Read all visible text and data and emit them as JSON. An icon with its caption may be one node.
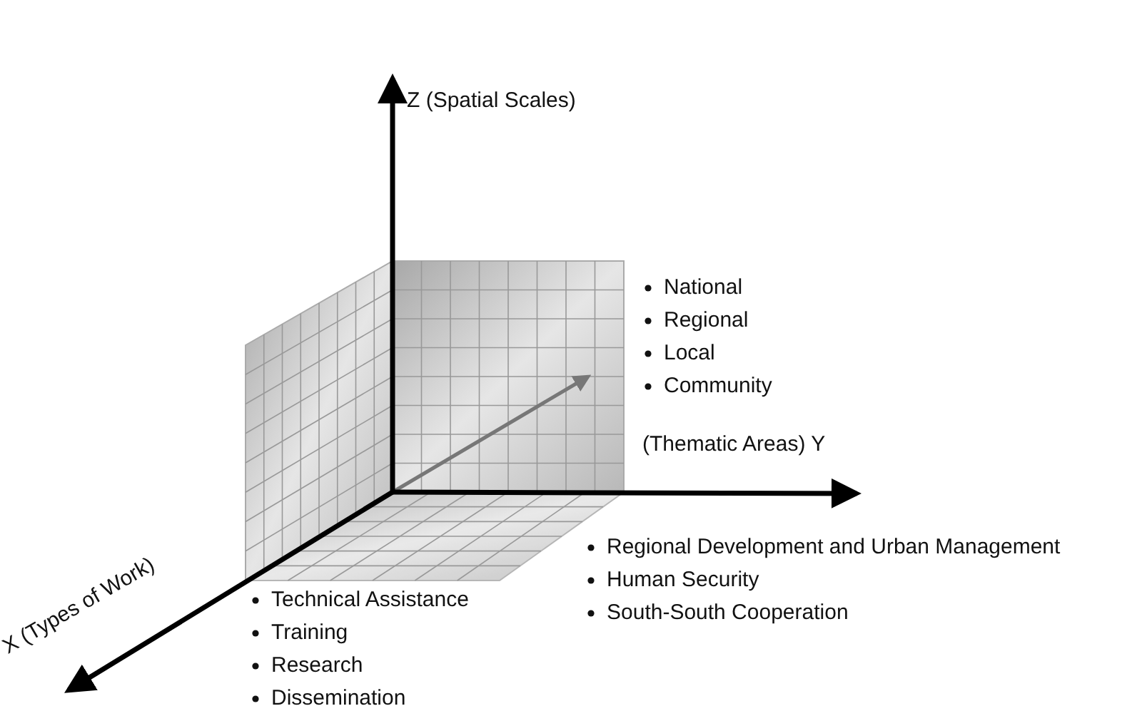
{
  "diagram": {
    "labels": [
      "Z (Spatial Scales)",
      "National",
      "Regional",
      "Local",
      "Community",
      "(Thematic Areas) Y",
      "Regional Development and Urban Management",
      "Human Security",
      "South-South Cooperation",
      "X (Types of Work)",
      "Technical Assistance",
      "Training",
      "Research",
      "Dissemination"
    ]
  }
}
